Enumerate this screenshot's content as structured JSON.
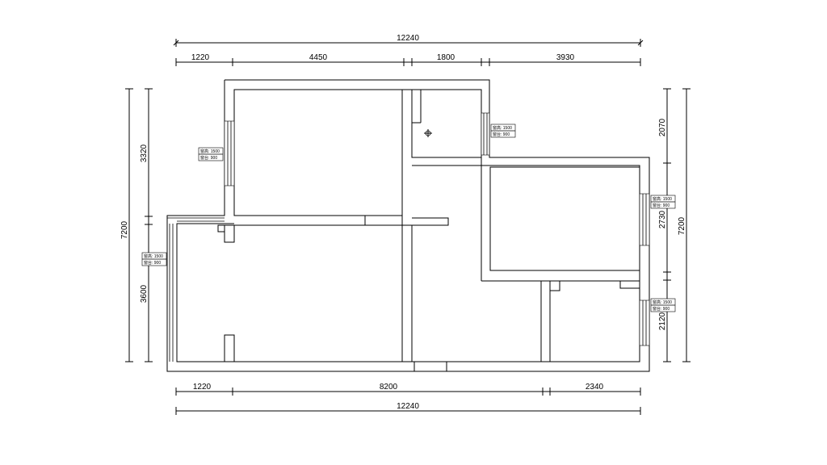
{
  "dimensions": {
    "top_total": "12240",
    "top_segments": [
      "1220",
      "4450",
      "1800",
      "3930"
    ],
    "bottom_total": "12240",
    "bottom_segments": [
      "1220",
      "8200",
      "2340"
    ],
    "left_total": "7200",
    "left_segments": [
      "3320",
      "3600"
    ],
    "right_total": "7200",
    "right_segments": [
      "2070",
      "2730",
      "2120"
    ]
  },
  "window_tags": [
    {
      "line1": "窗高: 1500",
      "line2": "窗台: 900"
    },
    {
      "line1": "窗高: 1500",
      "line2": "窗台: 900"
    },
    {
      "line1": "窗高: 1500",
      "line2": "窗台: 900"
    },
    {
      "line1": "窗高: 1500",
      "line2": "窗台: 900"
    },
    {
      "line1": "窗高: 1500",
      "line2": "窗台: 900"
    }
  ]
}
